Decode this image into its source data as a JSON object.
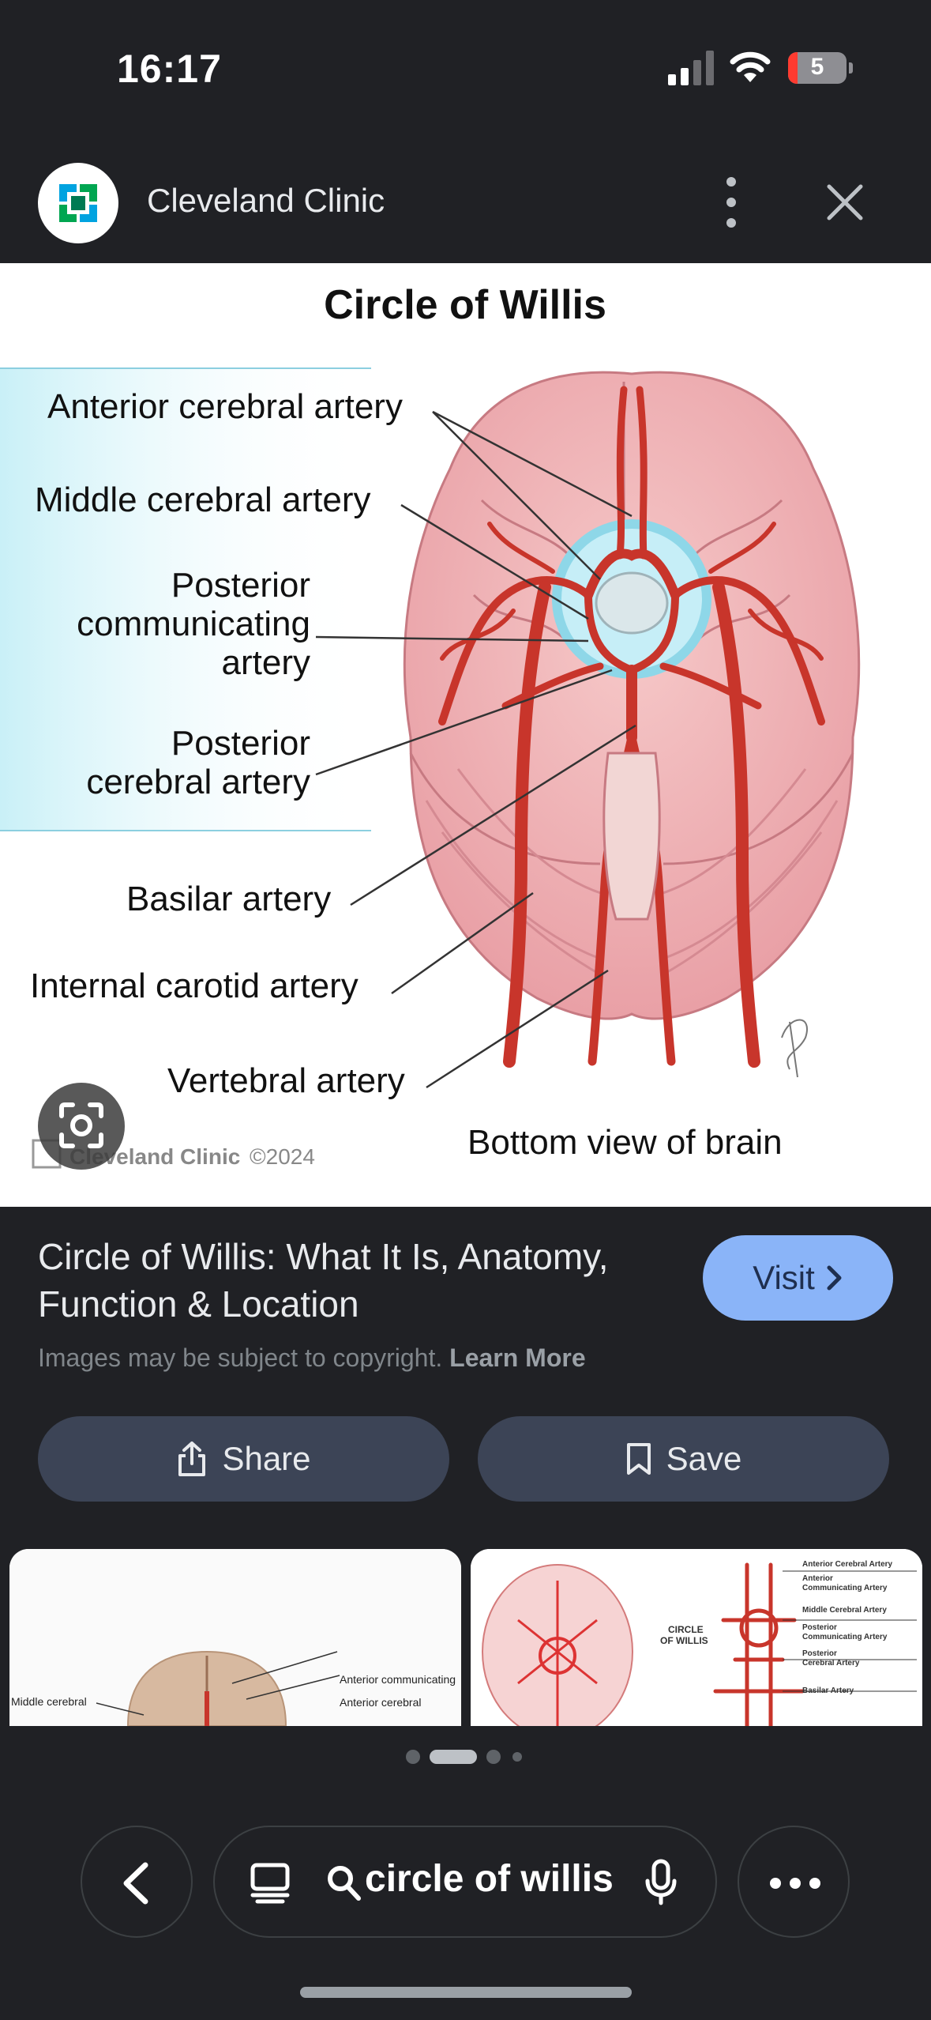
{
  "status_bar": {
    "time": "16:17",
    "battery_level": "5",
    "signal_bars_active": 2,
    "signal_bars_total": 4
  },
  "source": {
    "name": "Cleveland Clinic",
    "logo_icon": "cleveland-clinic-logo"
  },
  "image": {
    "heading": "Circle of Willis",
    "labels": {
      "anterior_cerebral": "Anterior cerebral artery",
      "middle_cerebral": "Middle cerebral artery",
      "posterior_communicating_1": "Posterior",
      "posterior_communicating_2": "communicating",
      "posterior_communicating_3": "artery",
      "posterior_cerebral_1": "Posterior",
      "posterior_cerebral_2": "cerebral artery",
      "basilar": "Basilar artery",
      "internal_carotid": "Internal carotid artery",
      "vertebral": "Vertebral artery"
    },
    "caption": "Bottom view of brain",
    "watermark": "Cleveland Clinic",
    "year": "©2024"
  },
  "result": {
    "title": "Circle of Willis: What It Is, Anatomy, Function & Location",
    "visit_label": "Visit",
    "copyright_text": "Images may be subject to copyright.",
    "learn_more": "Learn More",
    "share_label": "Share",
    "save_label": "Save"
  },
  "related": {
    "thumb1": {
      "label_anterior_communicating": "Anterior communicating",
      "label_anterior_cerebral": "Anterior cerebral",
      "label_middle_cerebral": "Middle cerebral"
    },
    "thumb2": {
      "circle_label_1": "CIRCLE",
      "circle_label_2": "OF WILLIS",
      "labels": [
        "Anterior Cerebral Artery",
        "Anterior",
        "Communicating Artery",
        "Middle Cerebral Artery",
        "Posterior",
        "Communicating Artery",
        "Posterior",
        "Cerebral Artery",
        "Basilar Artery"
      ]
    }
  },
  "pager": {
    "total": 4,
    "active": 1
  },
  "toolbar": {
    "search_query": "circle of willis"
  },
  "colors": {
    "background": "#202125",
    "accent": "#8ab4f8",
    "button": "#3c4456",
    "artery": "#c8352b"
  }
}
